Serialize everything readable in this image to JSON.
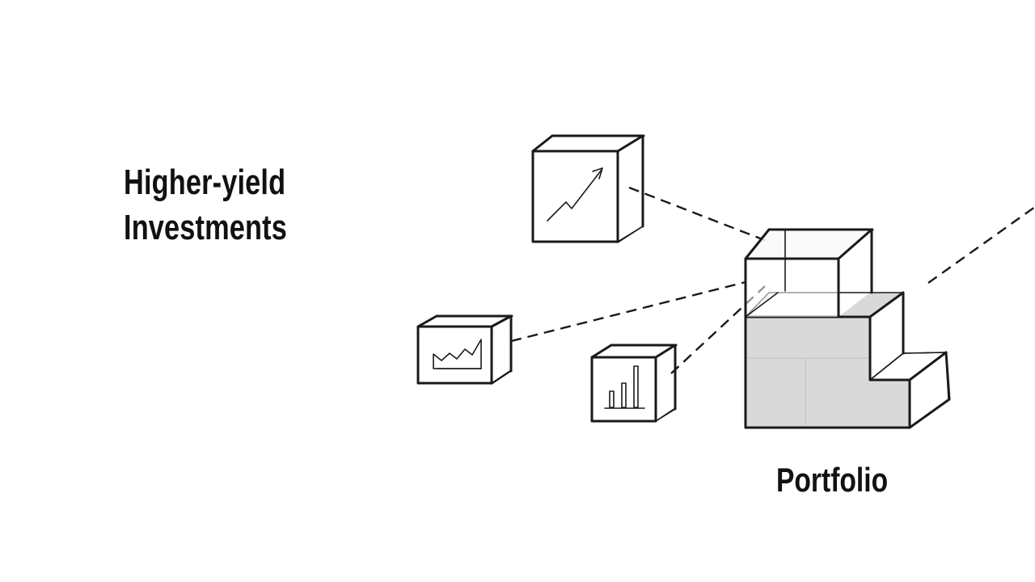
{
  "diagram": {
    "heading": {
      "line1": "Higher-yield",
      "line2": "Investments"
    },
    "portfolio_label": "Portfolio",
    "colors": {
      "ink": "#1a1a1a",
      "portfolio_fill": "#d9d9d9",
      "side_fill": "#ececec",
      "background": "#ffffff"
    },
    "icons": [
      "arrow-chart-icon",
      "line-chart-icon",
      "bar-chart-icon"
    ]
  }
}
